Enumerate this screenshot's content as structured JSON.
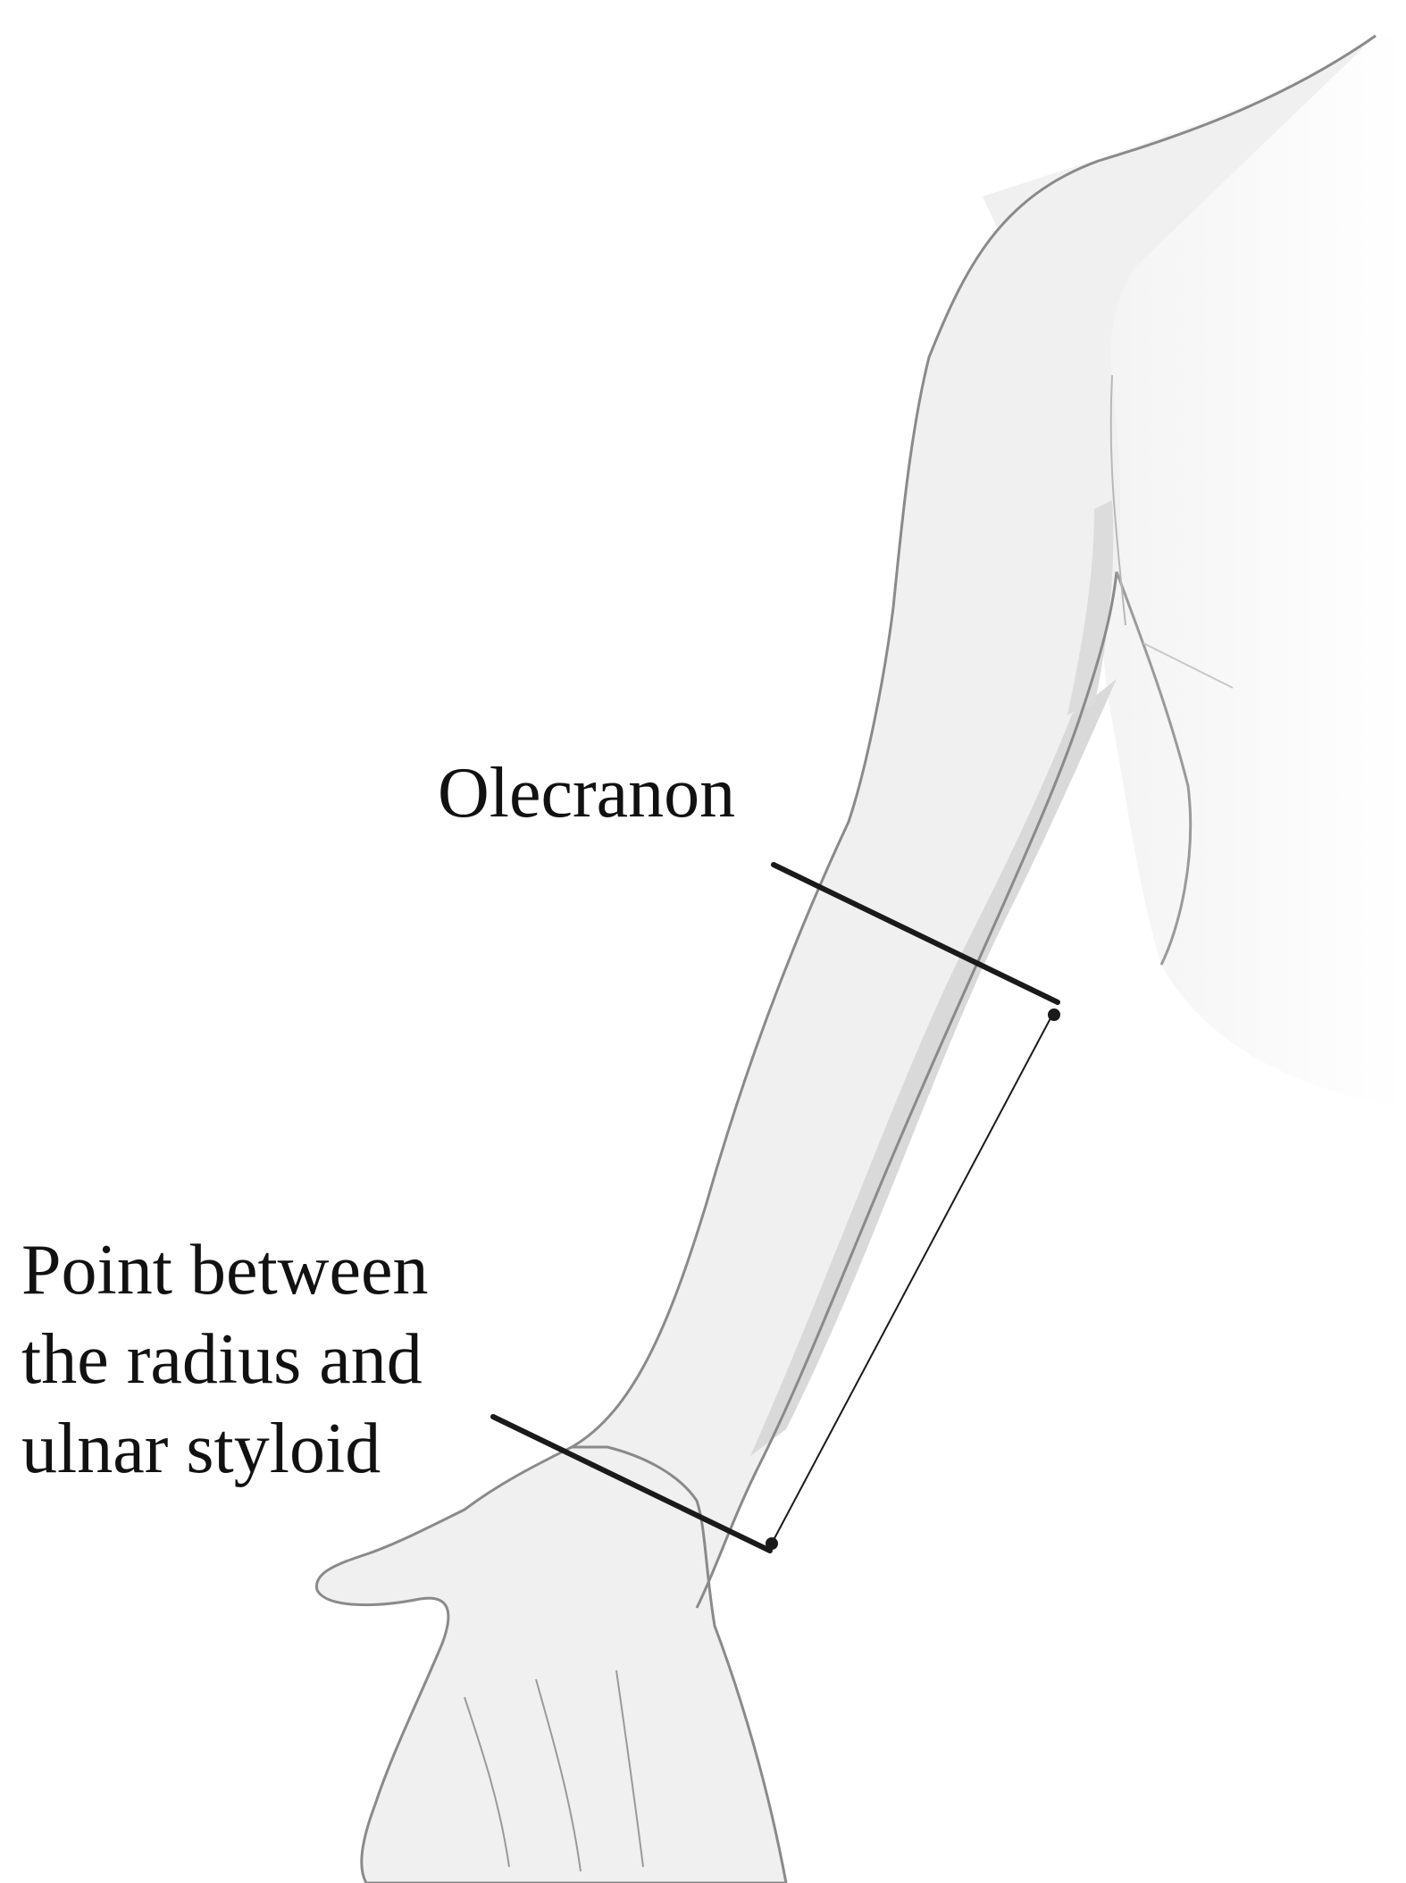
{
  "labels": {
    "olecranon": "Olecranon",
    "wrist_point": {
      "line1": "Point between",
      "line2": "the radius and",
      "line3": "ulnar styloid"
    }
  },
  "colors": {
    "skin": "#f0f0f0",
    "skin_shadow": "#d9d9d9",
    "outline": "#8a8a8a",
    "measure_line": "#1a1a1a"
  }
}
